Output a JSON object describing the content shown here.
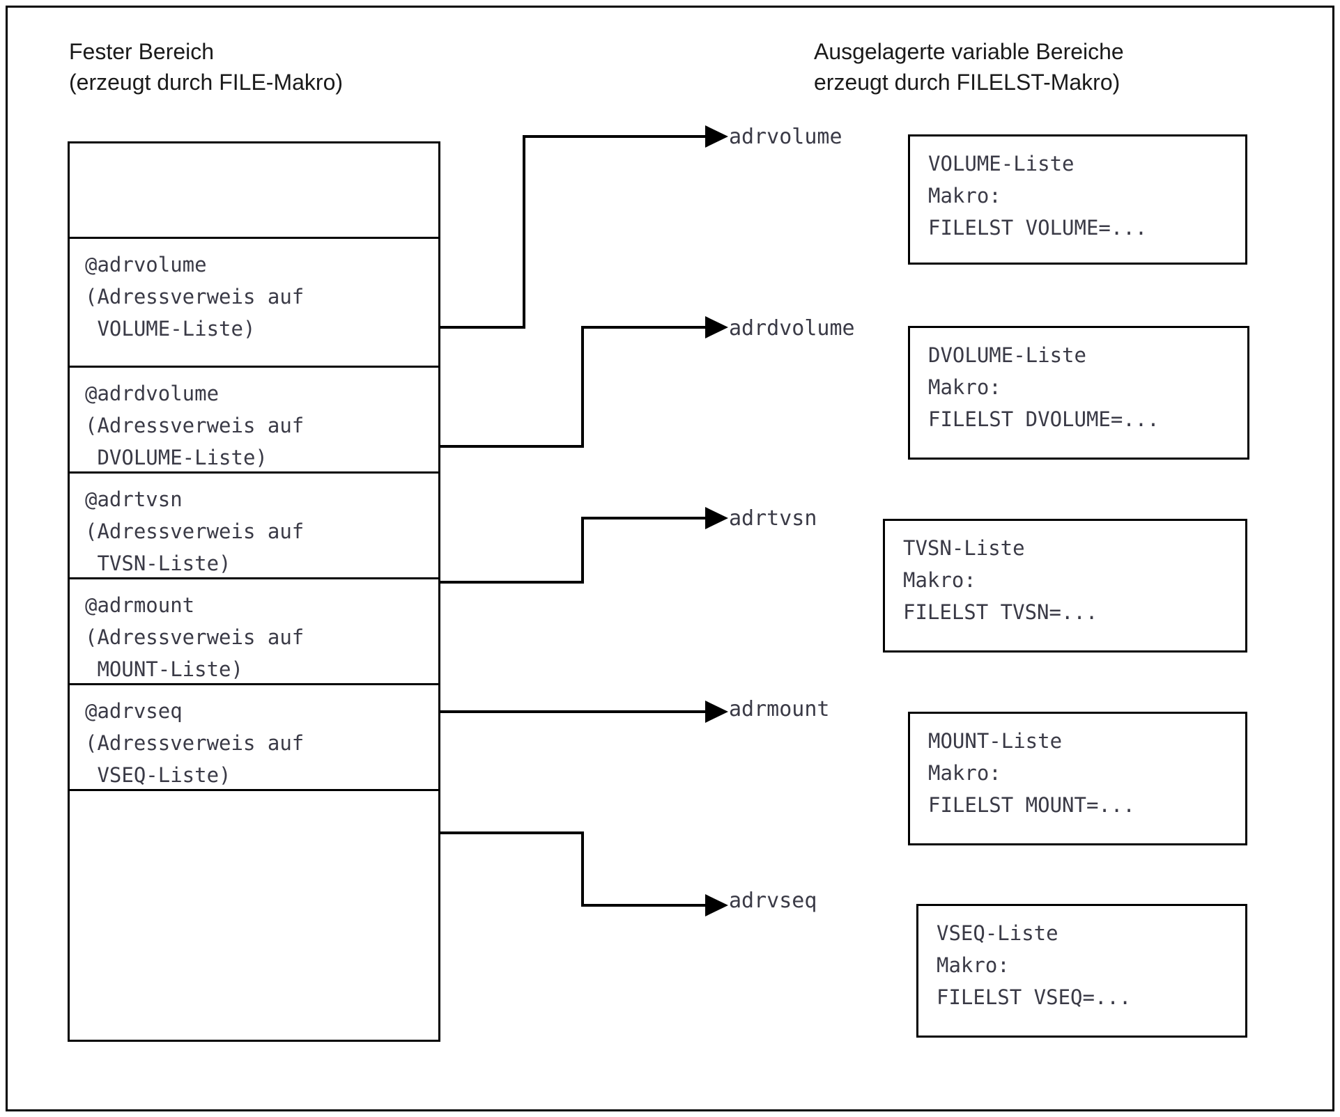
{
  "diagram": {
    "title_left": "Fester Bereich\n(erzeugt durch FILE-Makro)",
    "title_right": "Ausgelagerte variable Bereiche\nerzeugt durch FILELST-Makro)",
    "header_left_line1": "Fester Bereich",
    "header_left_line2": "(erzeugt durch FILE-Makro)",
    "header_right_line1": "Ausgelagerte variable Bereiche",
    "header_right_line2": "erzeugt durch FILELST-Makro)",
    "colors": {
      "line": "#000000",
      "mono_text": "#3a3a46",
      "header_text": "#1a1a1a",
      "background": "#ffffff"
    }
  },
  "fixed_area": {
    "rows": [
      {
        "name": "empty-top",
        "lines": []
      },
      {
        "name": "adrvolume",
        "lines": [
          "@adrvolume",
          "(Adressverweis auf",
          " VOLUME-Liste)"
        ]
      },
      {
        "name": "adrdvolume",
        "lines": [
          "@adrdvolume",
          "(Adressverweis auf",
          " DVOLUME-Liste)"
        ]
      },
      {
        "name": "adrtvsn",
        "lines": [
          "@adrtvsn",
          "(Adressverweis auf",
          " TVSN-Liste)"
        ]
      },
      {
        "name": "adrmount",
        "lines": [
          "@adrmount",
          "(Adressverweis auf",
          " MOUNT-Liste)"
        ]
      },
      {
        "name": "adrvseq",
        "lines": [
          "@adrvseq",
          "(Adressverweis auf",
          " VSEQ-Liste)"
        ]
      },
      {
        "name": "empty-bottom",
        "lines": []
      }
    ]
  },
  "arrow_labels": [
    {
      "name": "adrvolume",
      "text": "adrvolume"
    },
    {
      "name": "adrdvolume",
      "text": "adrdvolume"
    },
    {
      "name": "adrtvsn",
      "text": "adrtvsn"
    },
    {
      "name": "adrmount",
      "text": "adrmount"
    },
    {
      "name": "adrvseq",
      "text": "adrvseq"
    }
  ],
  "list_boxes": [
    {
      "name": "volume-liste",
      "lines": [
        "VOLUME-Liste",
        "Makro:",
        "FILELST VOLUME=..."
      ]
    },
    {
      "name": "dvolume-liste",
      "lines": [
        "DVOLUME-Liste",
        "Makro:",
        "FILELST DVOLUME=..."
      ]
    },
    {
      "name": "tvsn-liste",
      "lines": [
        "TVSN-Liste",
        "Makro:",
        "FILELST TVSN=..."
      ]
    },
    {
      "name": "mount-liste",
      "lines": [
        "MOUNT-Liste",
        "Makro:",
        "FILELST MOUNT=..."
      ]
    },
    {
      "name": "vseq-liste",
      "lines": [
        "VSEQ-Liste",
        "Makro:",
        "FILELST VSEQ=..."
      ]
    }
  ]
}
